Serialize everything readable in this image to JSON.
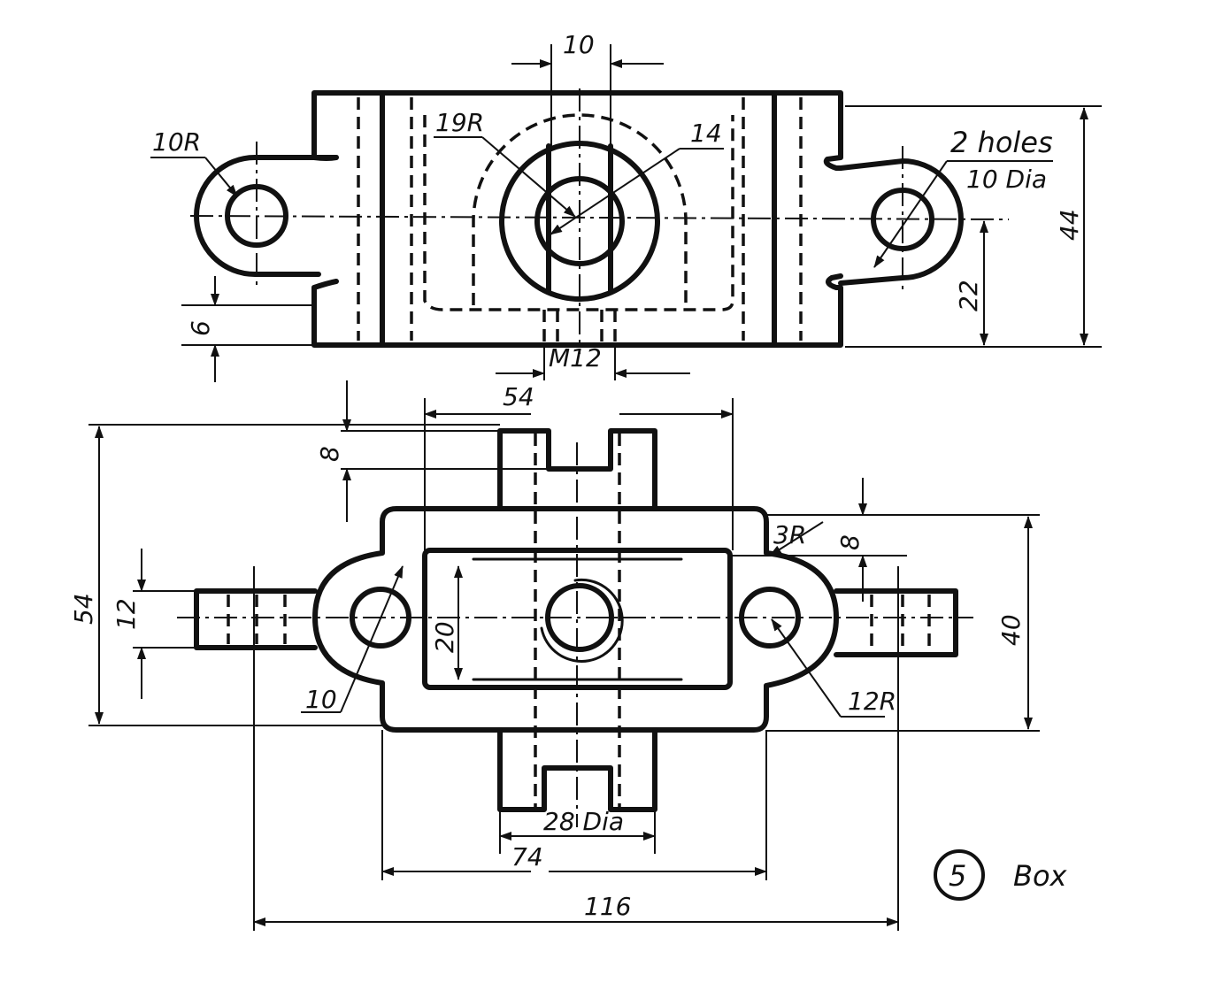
{
  "front_view": {
    "dims": {
      "slot_width": "10",
      "radius_lug": "10R",
      "radius_boss": "19R",
      "bore_dia": "14",
      "holes_line1": "2 holes",
      "holes_line2": "10 Dia",
      "height": "44",
      "center_height": "22",
      "base_thickness": "6",
      "thread": "M12"
    }
  },
  "top_view": {
    "dims": {
      "inner_length": "54",
      "lug_thickness": "8",
      "overall_depth": "54",
      "lug_width": "12",
      "hole_dia": "10",
      "inner_width": "20",
      "fillet_radius": "3R",
      "wall_thickness": "8",
      "body_depth": "40",
      "boss_radius": "12R",
      "boss_dia": "28 Dia",
      "body_length": "74",
      "overall_length": "116"
    }
  },
  "title": {
    "number": "5",
    "name": "Box"
  }
}
